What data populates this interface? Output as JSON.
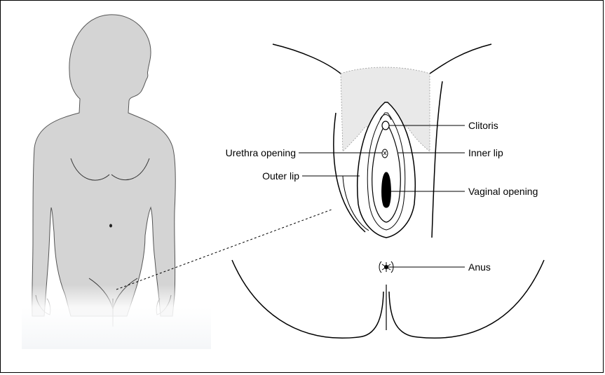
{
  "diagram": {
    "labels": {
      "clitoris": "Clitoris",
      "urethra_opening": "Urethra opening",
      "inner_lip": "Inner lip",
      "outer_lip": "Outer lip",
      "vaginal_opening": "Vaginal opening",
      "anus": "Anus"
    },
    "colors": {
      "body_fill": "#d4d4d4",
      "outline": "#000000",
      "background": "#ffffff"
    }
  }
}
